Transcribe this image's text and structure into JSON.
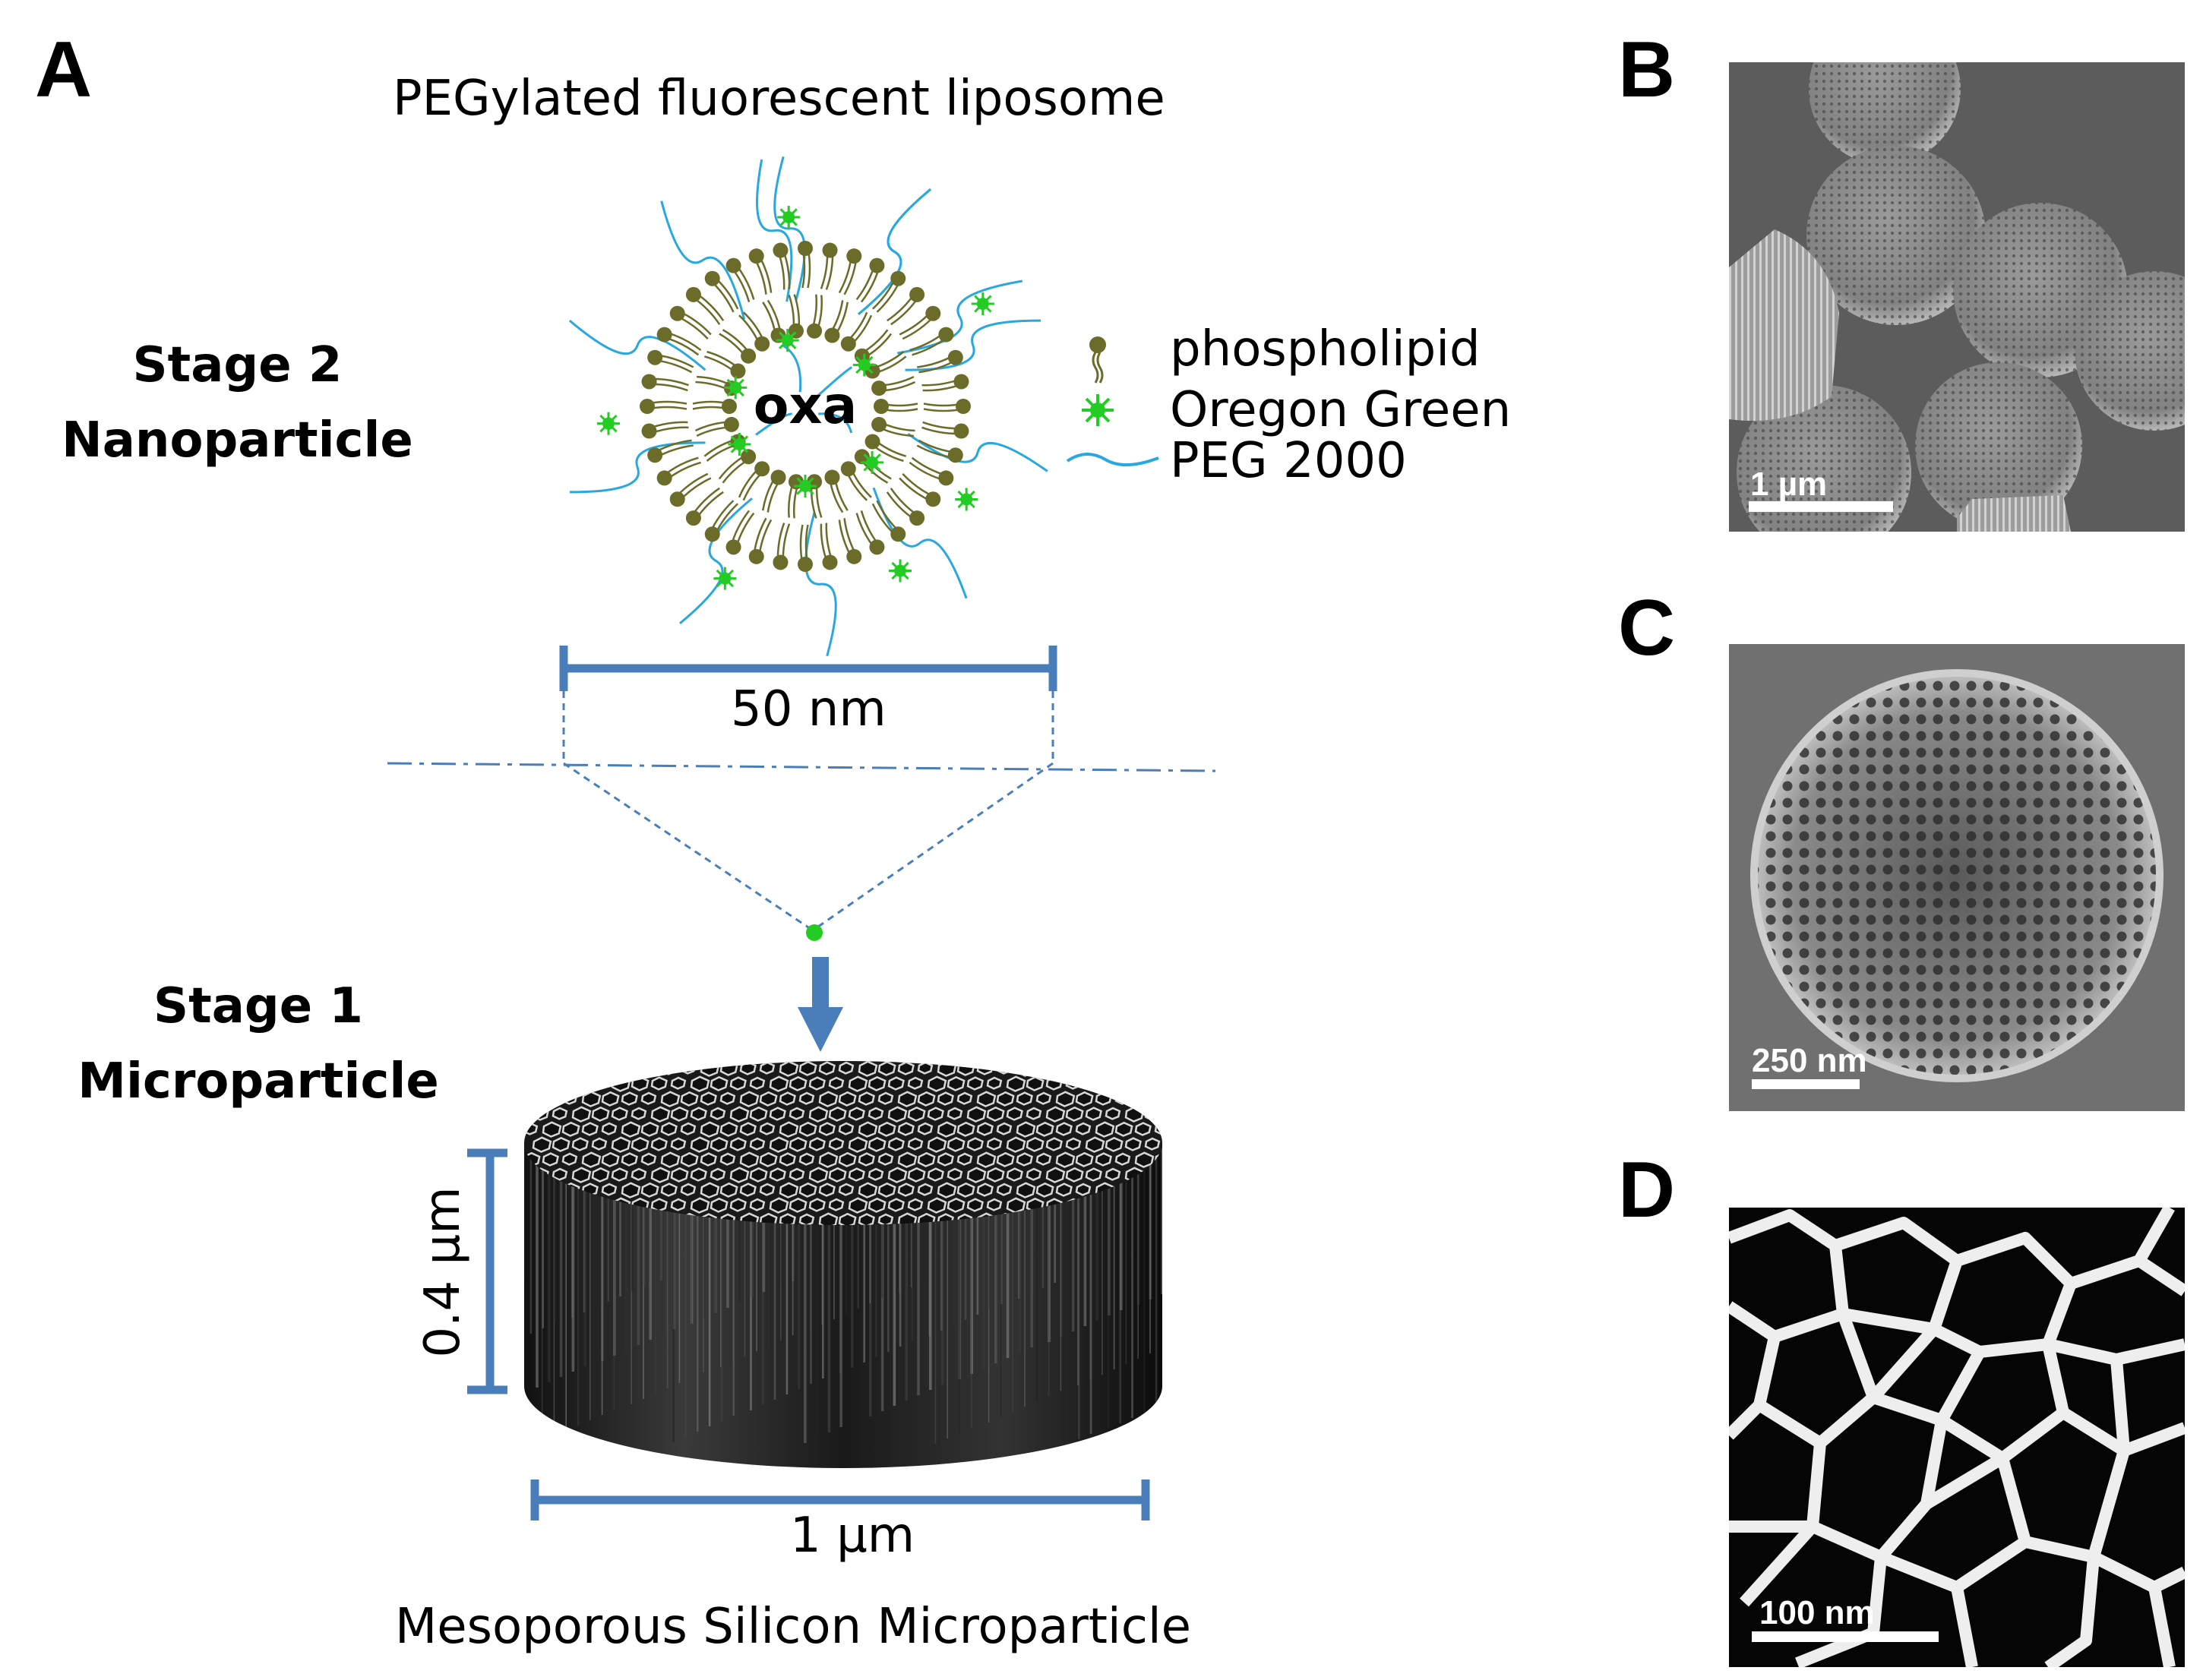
{
  "panels": {
    "A": "A",
    "B": "B",
    "C": "C",
    "D": "D"
  },
  "liposome": {
    "title": "PEGylated fluorescent liposome",
    "core_label": "oxa",
    "size_label": "50 nm"
  },
  "legend": {
    "phospholipid": "phospholipid",
    "dye": "Oregon Green",
    "peg": "PEG 2000"
  },
  "stage2": {
    "line1": "Stage 2",
    "line2": "Nanoparticle"
  },
  "stage1": {
    "line1": "Stage 1",
    "line2": "Microparticle"
  },
  "microparticle": {
    "height_label": "0.4 µm",
    "width_label": "1 µm",
    "caption": "Mesoporous Silicon Microparticle"
  },
  "sem": {
    "B_scale": "1 µm",
    "C_scale": "250 nm",
    "D_scale": "100 nm"
  },
  "colors": {
    "blue": "#4a7ebb",
    "lipid": "#6b6b2a",
    "dye": "#22cc22",
    "peg": "#29a8e0"
  }
}
